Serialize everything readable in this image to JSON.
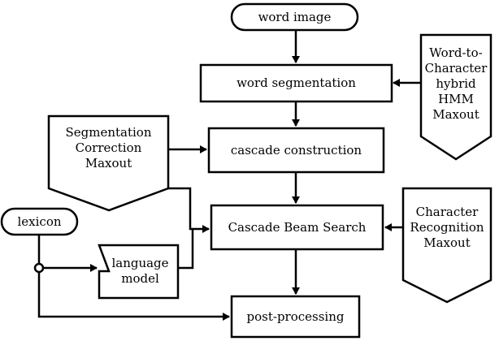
{
  "nodes": {
    "word_image": "word image",
    "word_segmentation": "word segmentation",
    "hybrid_hmm": "Word-to-\nCharacter\nhybrid\nHMM\nMaxout",
    "segmentation_correction": "Segmentation\nCorrection\nMaxout",
    "cascade_construction": "cascade construction",
    "cascade_beam_search": "Cascade Beam Search",
    "character_recognition": "Character\nRecognition\nMaxout",
    "lexicon": "lexicon",
    "language_model": "language\nmodel",
    "post_processing": "post-processing"
  }
}
